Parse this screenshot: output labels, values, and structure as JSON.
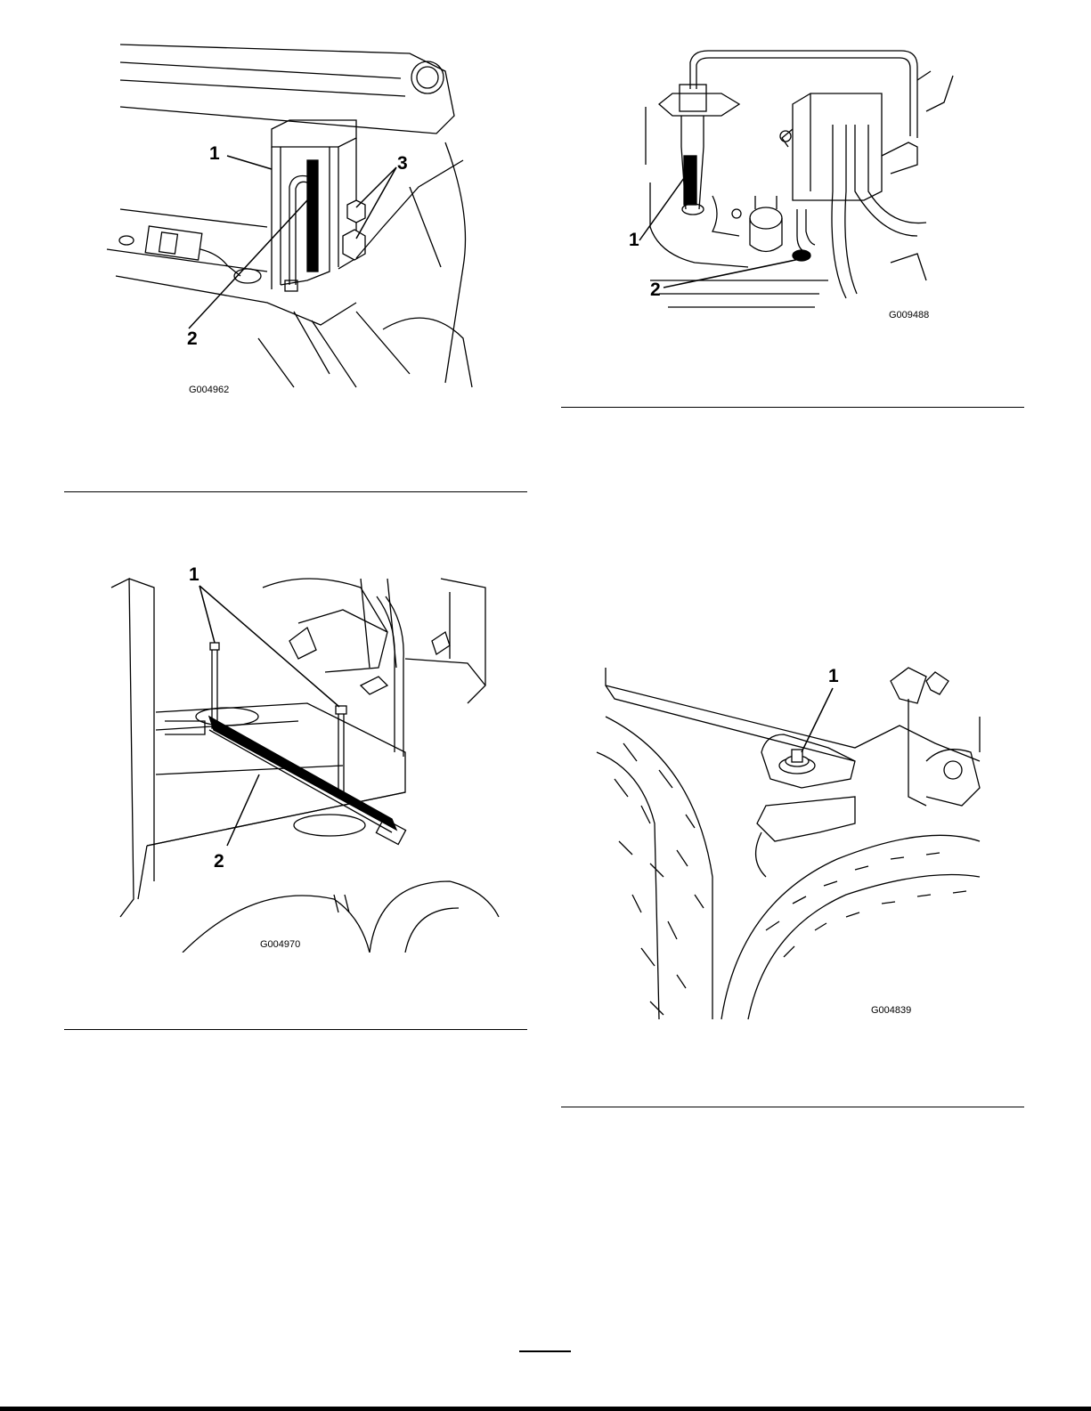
{
  "figures": [
    {
      "id": "G004962",
      "callouts": [
        "1",
        "2",
        "3"
      ]
    },
    {
      "id": "G009488",
      "callouts": [
        "1",
        "2"
      ]
    },
    {
      "id": "G004970",
      "callouts": [
        "1",
        "2"
      ]
    },
    {
      "id": "G004839",
      "callouts": [
        "1"
      ]
    }
  ],
  "colors": {
    "line": "#000000",
    "background": "#ffffff"
  }
}
